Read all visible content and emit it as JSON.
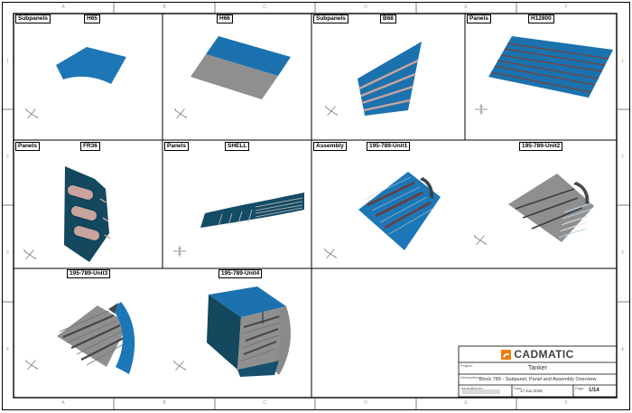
{
  "zones": {
    "top": [
      "A",
      "B",
      "C",
      "D",
      "E",
      "F"
    ],
    "bottom": [
      "A",
      "B",
      "C",
      "D",
      "E",
      "F"
    ],
    "left": [
      "1",
      "2",
      "3",
      "4"
    ],
    "right": [
      "1",
      "2",
      "3",
      "4"
    ]
  },
  "views": {
    "h65": {
      "category": "Subpanels",
      "name": "H65"
    },
    "h66": {
      "name": "H66"
    },
    "b68": {
      "category": "Subpanels",
      "name": "B68"
    },
    "h12800": {
      "category": "Panels",
      "name": "H12800"
    },
    "fr36": {
      "category": "Panels",
      "name": "FR36"
    },
    "shell": {
      "category": "Panels",
      "name": "SHELL"
    },
    "unit1": {
      "category": "Assembly",
      "name": "195-789-Unit1"
    },
    "unit2": {
      "name": "195-789-Unit2"
    },
    "unit3": {
      "name": "195-789-Unit3"
    },
    "unit4": {
      "name": "195-789-Unit4"
    }
  },
  "title_block": {
    "logo": "CADMATIC",
    "project_label": "Project:",
    "project": "Tanker",
    "description_label": "Description:",
    "description": "Block 789 - Subpanel, Panel and Assembly Overview",
    "generated_by_label": "Generated by:",
    "date_label": "Date:",
    "date": "17.Jun.2025",
    "page_label": "Page:",
    "page": "1/14"
  },
  "colors": {
    "panel_blue": "#1b72ae",
    "panel_blue_bright": "#1d77b6",
    "panel_navy": "#13485f",
    "shell_navy": "#134c67",
    "panel_gray": "#8f8f8f",
    "stiffener_pink": "#c9a39e",
    "stiffener_maroon": "#6e3b34",
    "seam_brown": "#74433b",
    "logo_orange": "#ee7b08"
  }
}
